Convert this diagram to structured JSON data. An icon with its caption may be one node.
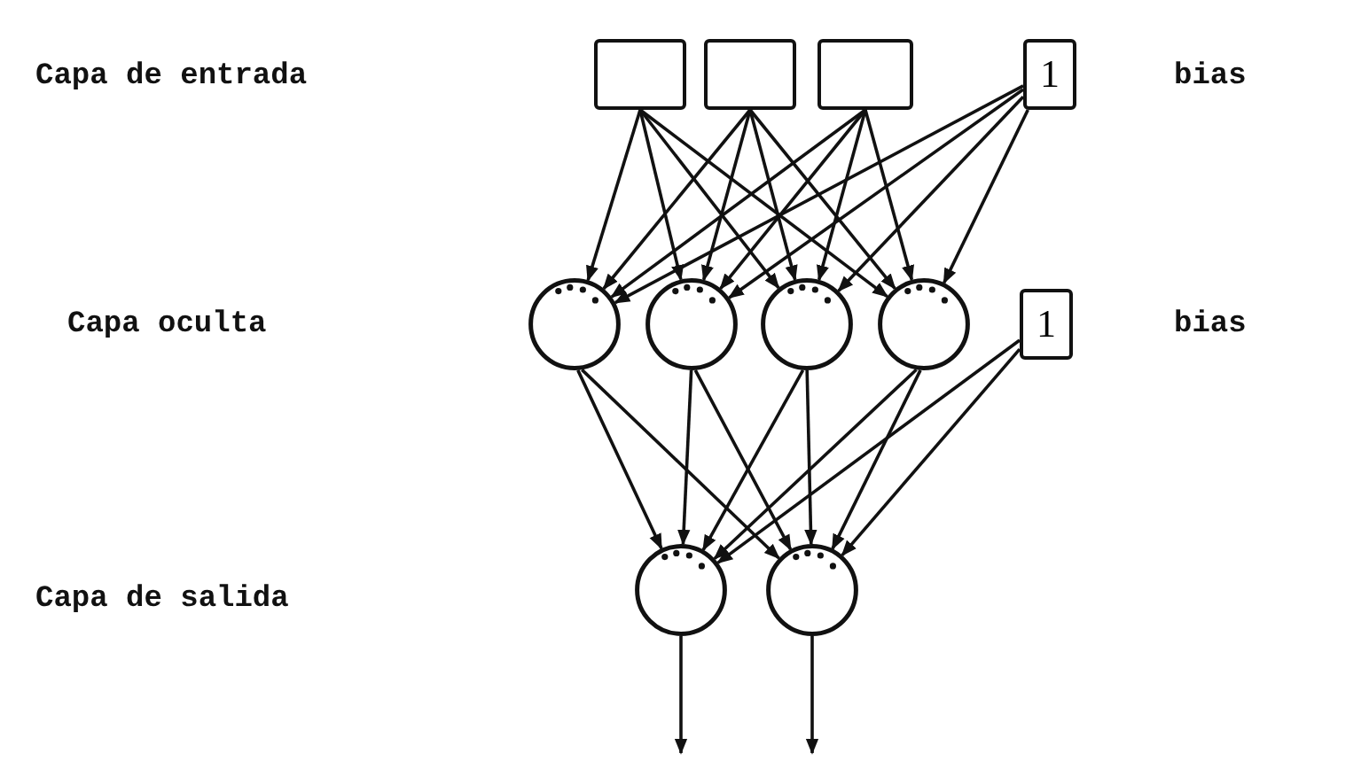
{
  "diagram": {
    "nodes": [
      {
        "text": [],
        "shape": "box"
      },
      {
        "text": [],
        "shape": "box"
      },
      {
        "text": [],
        "shape": "box"
      },
      {
        "text": [
          "1"
        ]
      },
      {
        "text": [],
        "shape": "circle"
      },
      {
        "text": [],
        "shape": "circle"
      },
      {
        "text": [],
        "shape": "circle"
      },
      {
        "text": [],
        "shape": "circle"
      },
      {
        "text": [
          "1"
        ]
      },
      {
        "text": [],
        "shape": "circle"
      },
      {
        "text": [],
        "shape": "circle"
      }
    ],
    "edges": [
      {
        "from": 0,
        "to": 4,
        "arrow": "to"
      },
      {
        "from": 0,
        "to": 5,
        "arrow": "to"
      },
      {
        "from": 0,
        "to": 6,
        "arrow": "to"
      },
      {
        "from": 0,
        "to": 7,
        "arrow": "to"
      },
      {
        "from": 1,
        "to": 4,
        "arrow": "to"
      },
      {
        "from": 1,
        "to": 5,
        "arrow": "to"
      },
      {
        "from": 1,
        "to": 6,
        "arrow": "to"
      },
      {
        "from": 1,
        "to": 7,
        "arrow": "to"
      },
      {
        "from": 2,
        "to": 4,
        "arrow": "to"
      },
      {
        "from": 2,
        "to": 5,
        "arrow": "to"
      },
      {
        "from": 2,
        "to": 6,
        "arrow": "to"
      },
      {
        "from": 2,
        "to": 7,
        "arrow": "to"
      },
      {
        "from": 3,
        "to": 4,
        "arrow": "to"
      },
      {
        "from": 3,
        "to": 5,
        "arrow": "to"
      },
      {
        "from": 3,
        "to": 6,
        "arrow": "to"
      },
      {
        "from": 3,
        "to": 7,
        "arrow": "to"
      },
      {
        "from": 4,
        "to": 9,
        "arrow": "to"
      },
      {
        "from": 4,
        "to": 10,
        "arrow": "to"
      },
      {
        "from": 5,
        "to": 9,
        "arrow": "to"
      },
      {
        "from": 5,
        "to": 10,
        "arrow": "to"
      },
      {
        "from": 6,
        "to": 9,
        "arrow": "to"
      },
      {
        "from": 6,
        "to": 10,
        "arrow": "to"
      },
      {
        "from": 7,
        "to": 9,
        "arrow": "to"
      },
      {
        "from": 7,
        "to": 10,
        "arrow": "to"
      },
      {
        "from": 8,
        "to": 9,
        "arrow": "to"
      },
      {
        "from": 8,
        "to": 10,
        "arrow": "to"
      },
      {
        "from": 9,
        "to": null,
        "arrow": "to"
      },
      {
        "from": 10,
        "to": null,
        "arrow": "to"
      }
    ],
    "labels": [
      "Capa de entrada",
      "bias",
      "Capa oculta",
      "bias",
      "Capa de salida"
    ]
  }
}
